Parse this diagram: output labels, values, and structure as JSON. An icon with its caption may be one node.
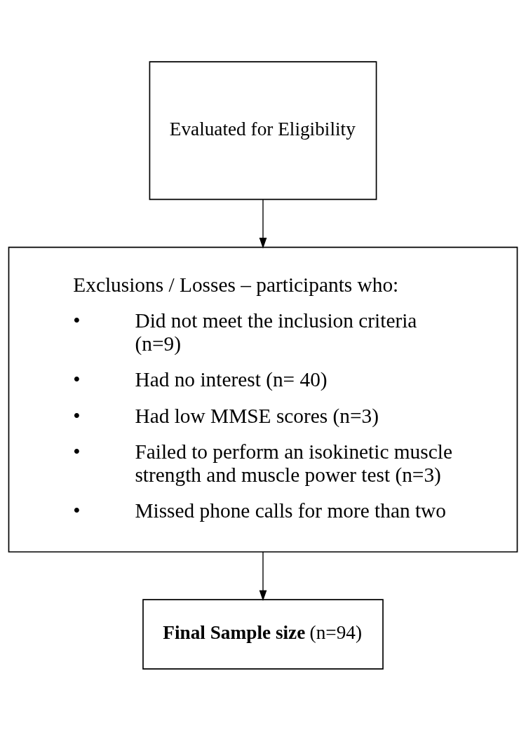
{
  "diagram": {
    "nodes": [
      {
        "text": [
          "Evaluated for Eligibility"
        ]
      },
      {
        "text": [
          "Exclusions / Losses – participants who:",
          "• Did not meet the inclusion criteria (n=9)",
          "• Had no interest (n= 40)",
          "• Had low MMSE scores (n=3)",
          "• Failed to perform an isokinetic muscle strength and muscle power test (n=3)",
          "• Missed phone calls for more than two"
        ]
      },
      {
        "text": [
          "**Final Sample size** (n=94)"
        ]
      }
    ],
    "edges": [
      {
        "from": 0,
        "to": 1,
        "arrow": "to"
      },
      {
        "from": 1,
        "to": 2,
        "arrow": "to"
      }
    ]
  }
}
